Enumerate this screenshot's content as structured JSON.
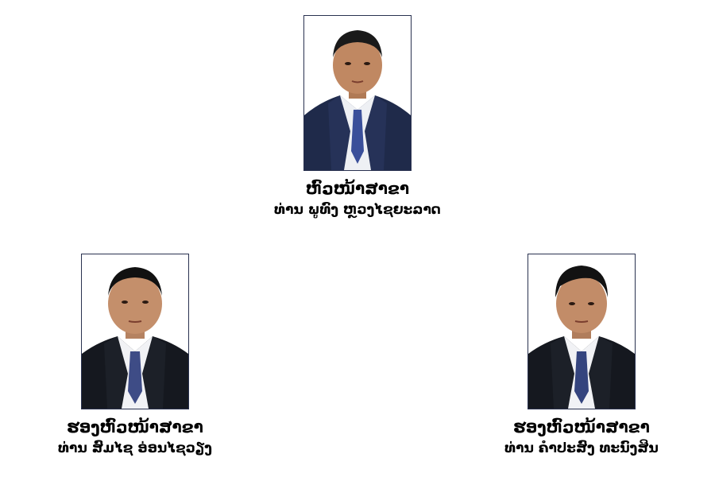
{
  "top": {
    "title": "ຫົວໜ້າສາຂາ",
    "name": "ທ່ານ ພູທົງ ຫຼວງໄຊຍະລາດ"
  },
  "left": {
    "title": "ຮອງຫົວໜ້າສາຂາ",
    "name": "ທ່ານ ສົມໄຊ ອ່ອນໄຊວຽງ"
  },
  "right": {
    "title": "ຮອງຫົວໜ້າສາຂາ",
    "name": "ທ່ານ ຄຳປະສົງ ທະນົງສິນ"
  },
  "colors": {
    "photo_border": "#2a3250",
    "suit_navy": "#1f2a4a",
    "suit_black": "#15181f",
    "tie_blue": "#3a4f9a"
  }
}
